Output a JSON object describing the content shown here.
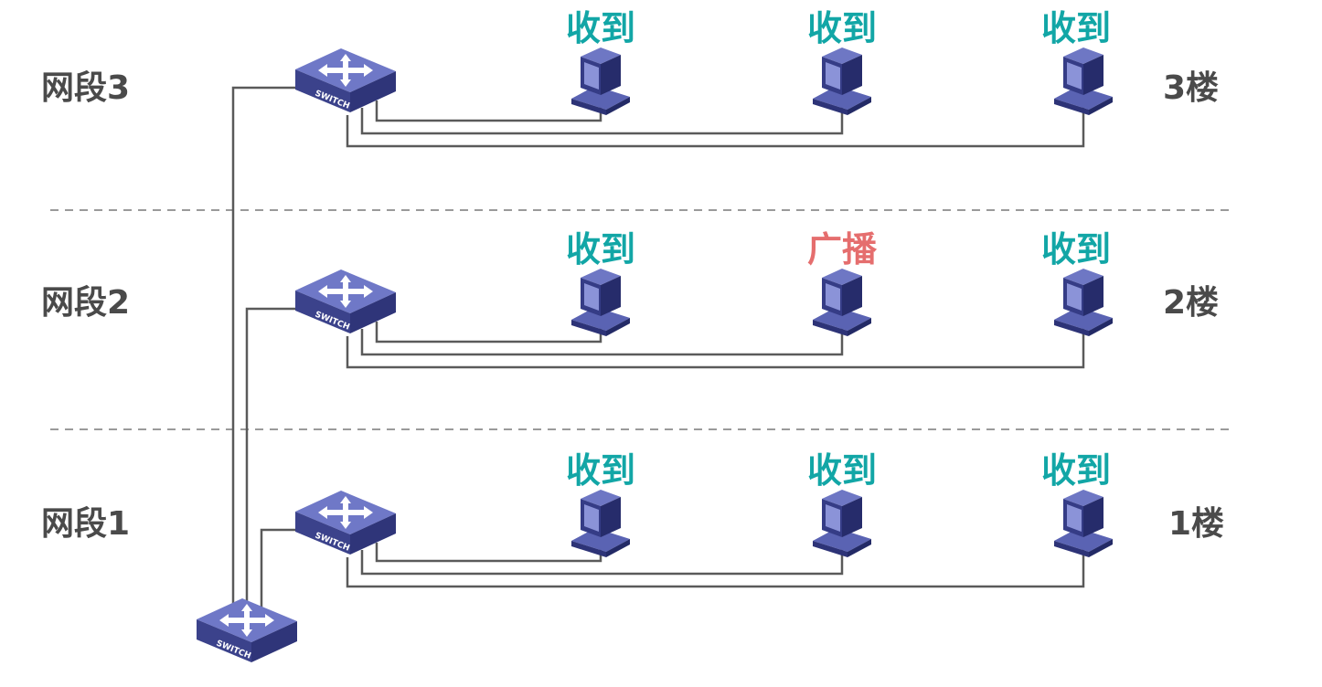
{
  "colors": {
    "receive": "#12a6a6",
    "broadcast": "#e56e6e",
    "device_top": "#7179c9",
    "device_side": "#3a4189",
    "device_front": "#2d3377"
  },
  "switch_label": "SWITCH",
  "floors": [
    {
      "segment": "网段3",
      "floor": "3楼",
      "hosts": [
        {
          "status": "收到",
          "kind": "receive"
        },
        {
          "status": "收到",
          "kind": "receive"
        },
        {
          "status": "收到",
          "kind": "receive"
        }
      ]
    },
    {
      "segment": "网段2",
      "floor": "2楼",
      "hosts": [
        {
          "status": "收到",
          "kind": "receive"
        },
        {
          "status": "广播",
          "kind": "broadcast"
        },
        {
          "status": "收到",
          "kind": "receive"
        }
      ]
    },
    {
      "segment": "网段1",
      "floor": "1楼",
      "hosts": [
        {
          "status": "收到",
          "kind": "receive"
        },
        {
          "status": "收到",
          "kind": "receive"
        },
        {
          "status": "收到",
          "kind": "receive"
        }
      ]
    }
  ]
}
